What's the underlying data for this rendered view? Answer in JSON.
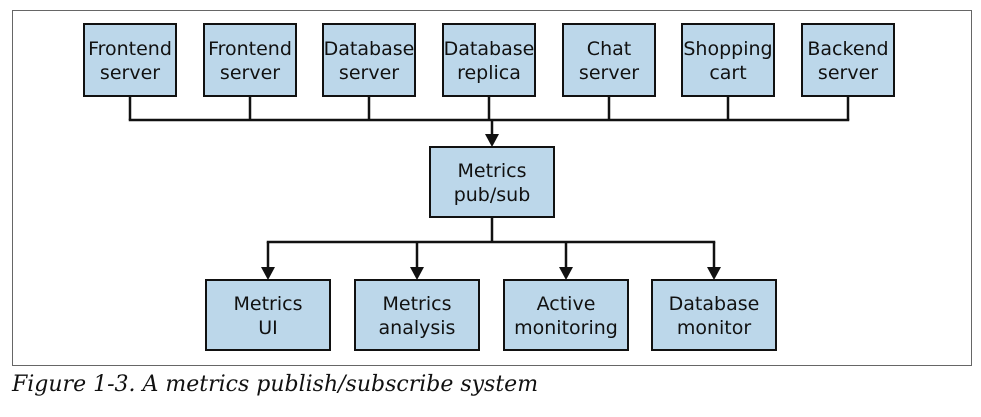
{
  "diagram": {
    "fill_color": "#bcd7ea",
    "stroke_color": "#111111",
    "sources": [
      {
        "id": "frontend-server-1",
        "line1": "Frontend",
        "line2": "server"
      },
      {
        "id": "frontend-server-2",
        "line1": "Frontend",
        "line2": "server"
      },
      {
        "id": "database-server",
        "line1": "Database",
        "line2": "server"
      },
      {
        "id": "database-replica",
        "line1": "Database",
        "line2": "replica"
      },
      {
        "id": "chat-server",
        "line1": "Chat",
        "line2": "server"
      },
      {
        "id": "shopping-cart",
        "line1": "Shopping",
        "line2": "cart"
      },
      {
        "id": "backend-server",
        "line1": "Backend",
        "line2": "server"
      }
    ],
    "hub": {
      "id": "metrics-pubsub",
      "line1": "Metrics",
      "line2": "pub/sub"
    },
    "consumers": [
      {
        "id": "metrics-ui",
        "line1": "Metrics",
        "line2": "UI"
      },
      {
        "id": "metrics-analysis",
        "line1": "Metrics",
        "line2": "analysis"
      },
      {
        "id": "active-monitoring",
        "line1": "Active",
        "line2": "monitoring"
      },
      {
        "id": "database-monitor",
        "line1": "Database",
        "line2": "monitor"
      }
    ]
  },
  "caption": "Figure 1-3. A metrics publish/subscribe system"
}
